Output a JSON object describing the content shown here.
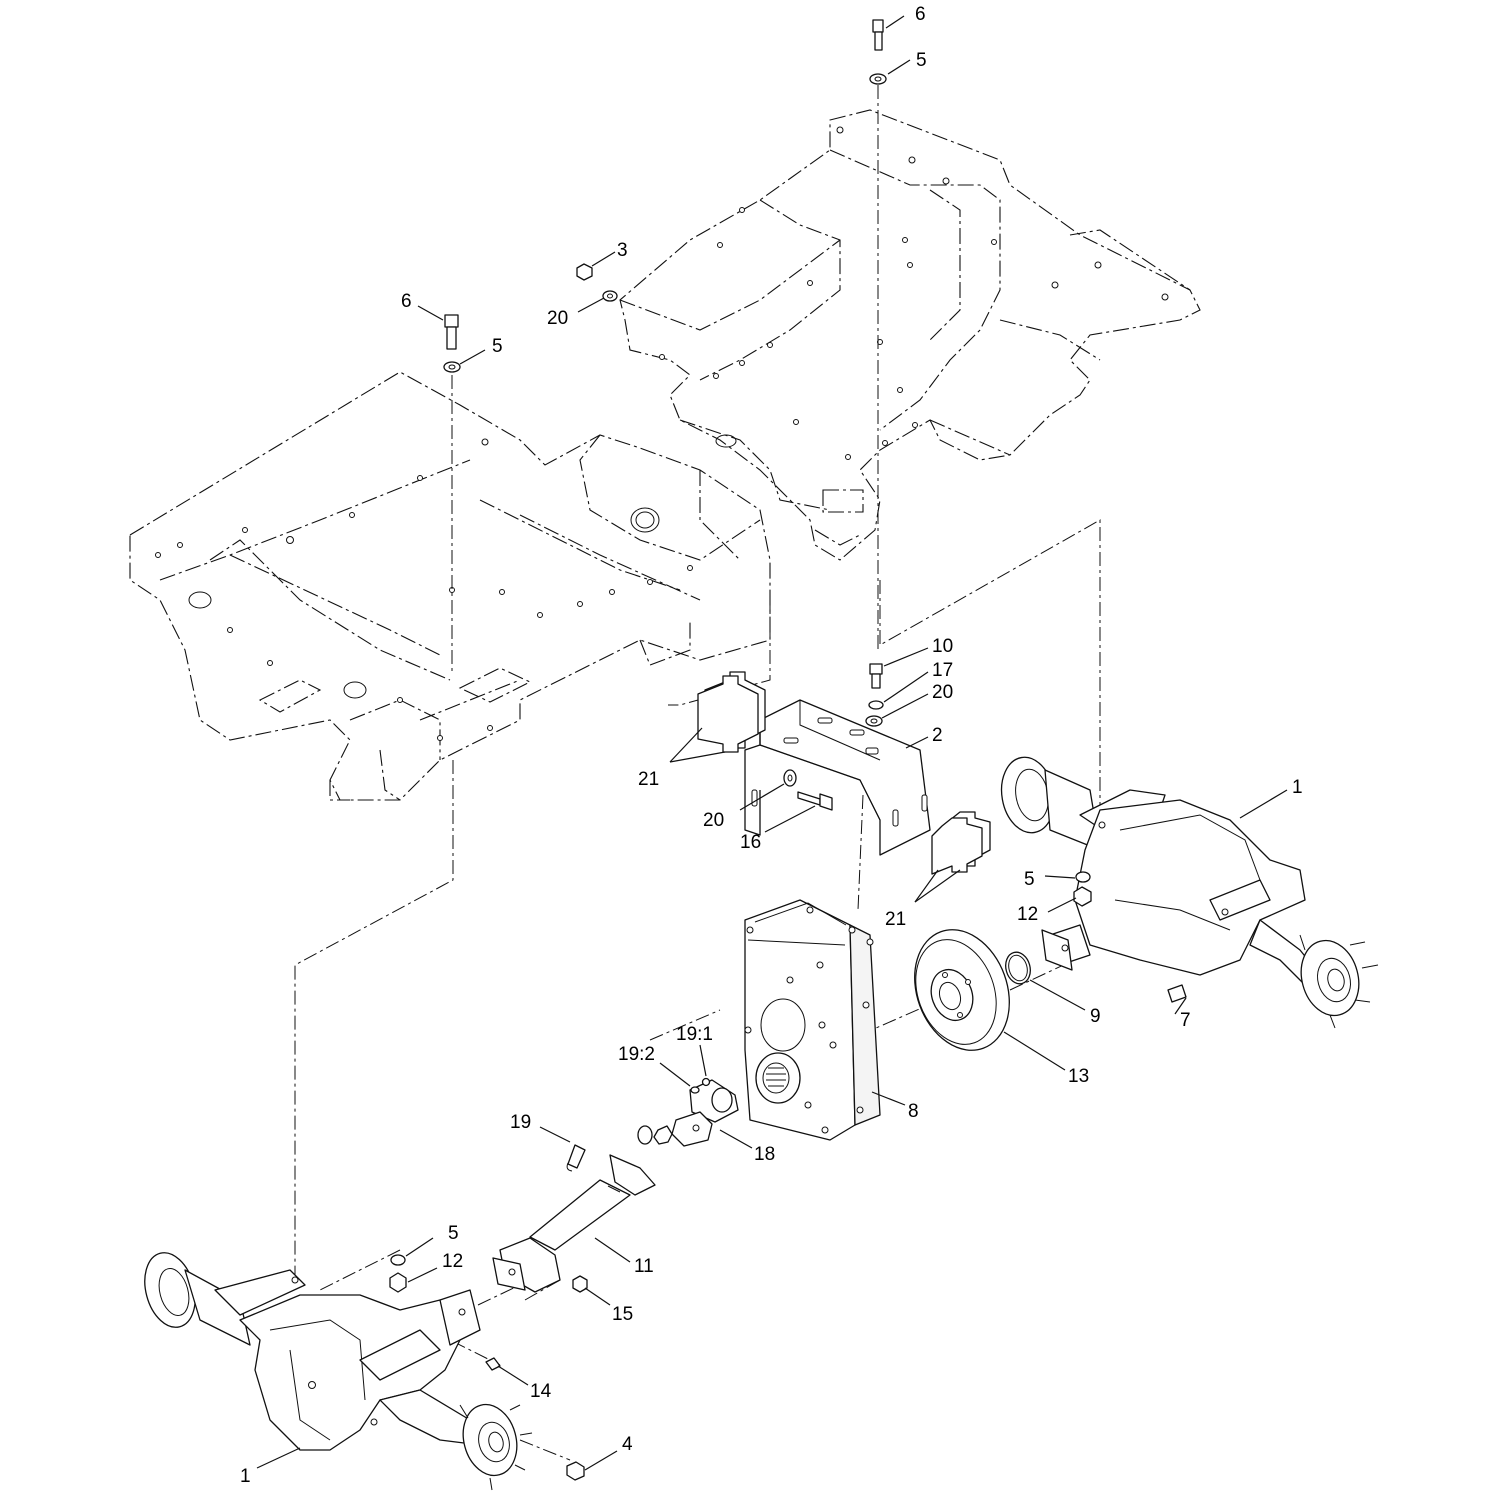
{
  "callouts": [
    {
      "id": "c6a",
      "label": "6"
    },
    {
      "id": "c5a",
      "label": "5"
    },
    {
      "id": "c3",
      "label": "3"
    },
    {
      "id": "c20a",
      "label": "20"
    },
    {
      "id": "c6b",
      "label": "6"
    },
    {
      "id": "c5b",
      "label": "5"
    },
    {
      "id": "c10",
      "label": "10"
    },
    {
      "id": "c17",
      "label": "17"
    },
    {
      "id": "c20b",
      "label": "20"
    },
    {
      "id": "c2",
      "label": "2"
    },
    {
      "id": "c21a",
      "label": "21"
    },
    {
      "id": "c20c",
      "label": "20"
    },
    {
      "id": "c16",
      "label": "16"
    },
    {
      "id": "c1a",
      "label": "1"
    },
    {
      "id": "c5c",
      "label": "5"
    },
    {
      "id": "c12a",
      "label": "12"
    },
    {
      "id": "c21b",
      "label": "21"
    },
    {
      "id": "c9",
      "label": "9"
    },
    {
      "id": "c7",
      "label": "7"
    },
    {
      "id": "c13",
      "label": "13"
    },
    {
      "id": "c19_1",
      "label": "19:1"
    },
    {
      "id": "c19_2",
      "label": "19:2"
    },
    {
      "id": "c8",
      "label": "8"
    },
    {
      "id": "c19",
      "label": "19"
    },
    {
      "id": "c18",
      "label": "18"
    },
    {
      "id": "c5d",
      "label": "5"
    },
    {
      "id": "c12b",
      "label": "12"
    },
    {
      "id": "c11",
      "label": "11"
    },
    {
      "id": "c15",
      "label": "15"
    },
    {
      "id": "c14",
      "label": "14"
    },
    {
      "id": "c4",
      "label": "4"
    },
    {
      "id": "c1b",
      "label": "1"
    }
  ]
}
